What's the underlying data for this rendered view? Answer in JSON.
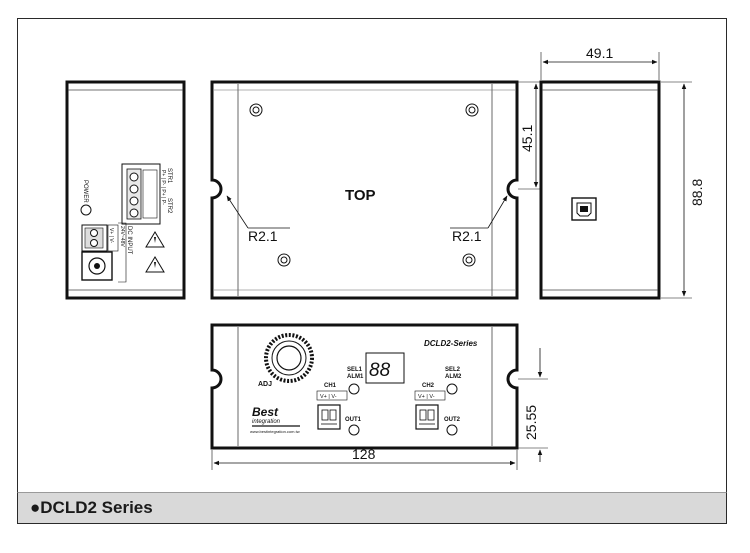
{
  "caption": "●DCLD2 Series",
  "views": {
    "top_label": "TOP",
    "radius_left": "R2.1",
    "radius_right": "R2.1",
    "series_name": "DCLD2-Series"
  },
  "dimensions": {
    "width_side": "49.1",
    "height_side": "88.8",
    "notch_offset": "45.1",
    "front_height": "25.55",
    "front_length": "128"
  },
  "left_panel": {
    "power": "POWER",
    "dc_input": "DC INPUT",
    "dc_range": "24V~48V",
    "vplus_vminus": "V+ | V-",
    "str1": "STR1",
    "str2": "STR2",
    "p_labels": "P+ | P- | P+ | P-"
  },
  "front_panel": {
    "adj": "ADJ",
    "sel1": "SEL1",
    "alm1": "ALM1",
    "sel2": "SEL2",
    "alm2": "ALM2",
    "ch1": "CH1",
    "ch2": "CH2",
    "vpm1": "V+ | V-",
    "vpm2": "V+ | V-",
    "out1": "OUT1",
    "out2": "OUT2",
    "display": "88",
    "logo_main": "Best",
    "logo_sub": "integration",
    "logo_url": "www.bestintegration.com.tw"
  }
}
